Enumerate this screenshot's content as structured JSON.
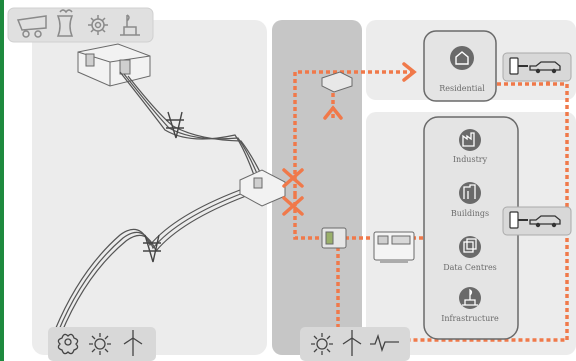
{
  "colors": {
    "accent_bar": "#1e8a3e",
    "zone_light": "#ececec",
    "zone_mid": "#c6c6c6",
    "power_line": "#f0794a",
    "icon_gray": "#8a8a8a",
    "icon_dark": "#4a4a4a"
  },
  "generation_icons": [
    "cannon-icon",
    "cooling-tower-icon",
    "gear-icon",
    "oil-platform-icon"
  ],
  "renewable_icons": [
    "flower-icon",
    "sun-icon",
    "wind-turbine-icon"
  ],
  "distributed_icons": [
    "sun-icon",
    "wind-turbine-icon",
    "waveform-icon"
  ],
  "consumers": {
    "residential": {
      "icon": "house-icon",
      "label": "Residential"
    },
    "groups": [
      {
        "icon": "factory-icon",
        "label": "Industry"
      },
      {
        "icon": "building-icon",
        "label": "Buildings"
      },
      {
        "icon": "server-icon",
        "label": "Data Centres"
      },
      {
        "icon": "platform-icon",
        "label": "Infrastructure"
      }
    ]
  },
  "ev_icons": [
    "ev-charger-icon",
    "car-icon"
  ]
}
